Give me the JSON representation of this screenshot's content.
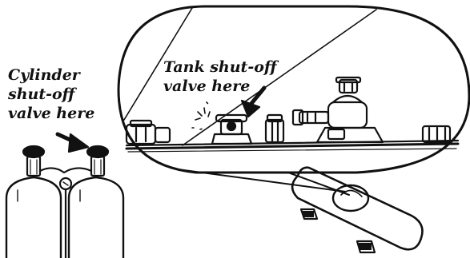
{
  "labels": {
    "cylinder": {
      "line1": "Cylinder",
      "line2": "shut-off",
      "line3": "valve here"
    },
    "tank": {
      "line1": "Tank shut-off",
      "line2": "valve here"
    }
  },
  "colors": {
    "ink": "#111111",
    "background": "#ffffff"
  }
}
